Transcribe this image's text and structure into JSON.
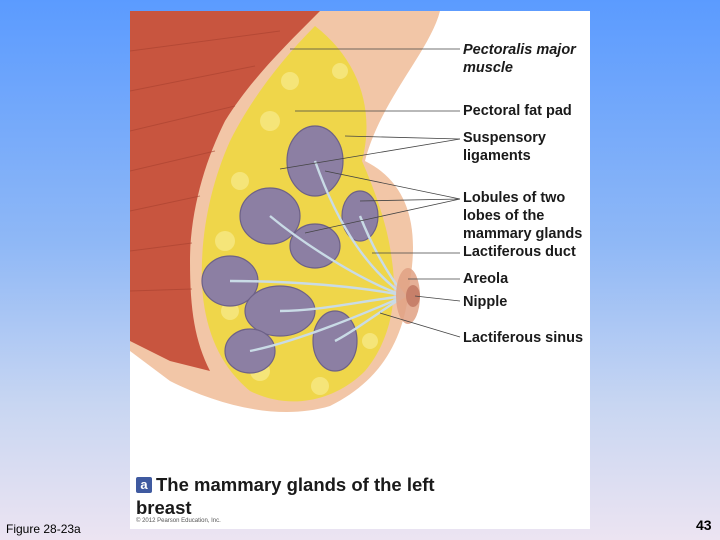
{
  "slide": {
    "figure_label": "Figure 28-23a",
    "page_number": "43"
  },
  "panel": {
    "badge": "a",
    "caption": "The mammary glands of the left breast",
    "copyright": "© 2012 Pearson Education, Inc."
  },
  "labels": [
    {
      "text": "Pectoralis major\nmuscle",
      "italic": true
    },
    {
      "text": "Pectoral fat pad",
      "italic": false
    },
    {
      "text": "Suspensory\nligaments",
      "italic": false
    },
    {
      "text": "Lobules of two\nlobes of the\nmammary glands",
      "italic": false
    },
    {
      "text": "Lactiferous duct",
      "italic": false
    },
    {
      "text": "Areola",
      "italic": false
    },
    {
      "text": "Nipple",
      "italic": false
    },
    {
      "text": "Lactiferous sinus",
      "italic": false
    }
  ],
  "colors": {
    "muscle": "#c8553f",
    "fat": "#efd64a",
    "lobule": "#8c7fa3",
    "skin": "#f2c6a7",
    "duct": "#c9dbe6"
  }
}
